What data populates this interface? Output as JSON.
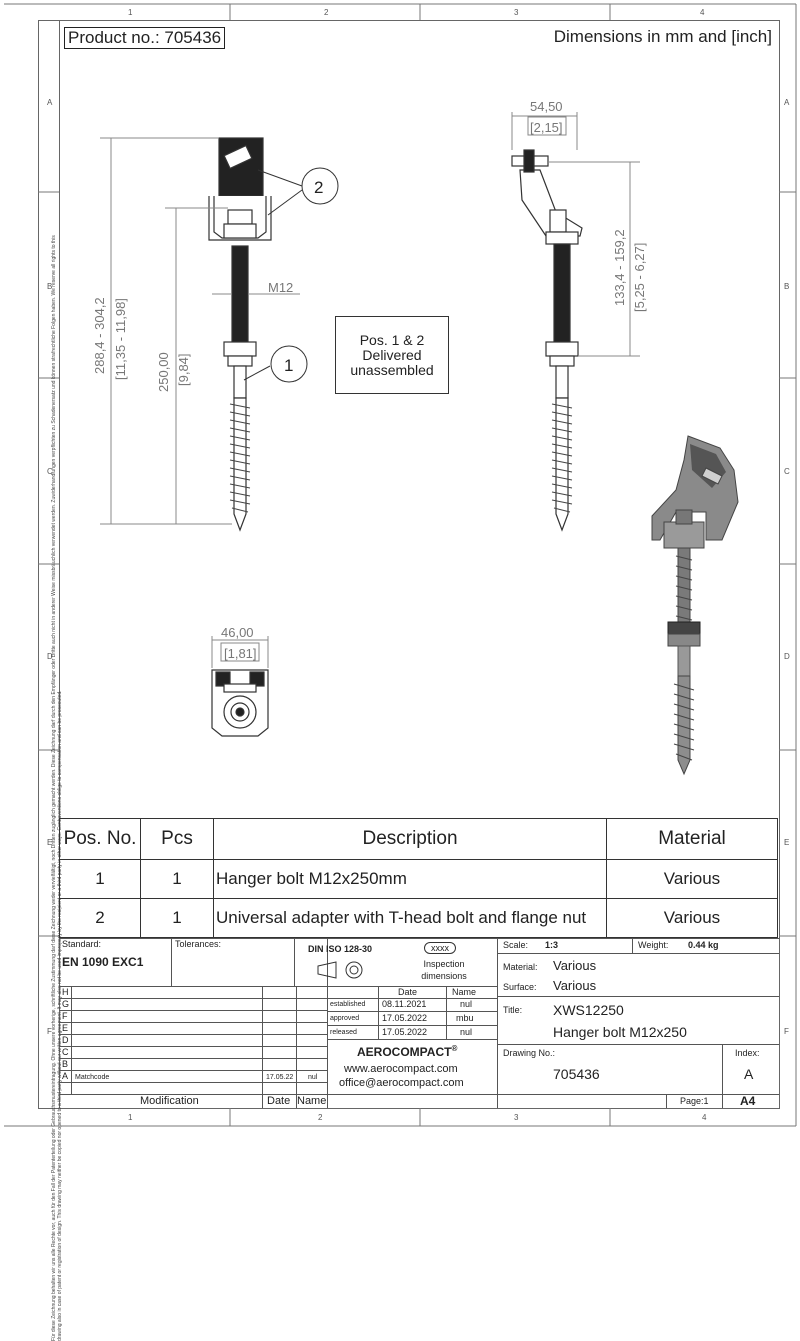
{
  "header": {
    "product_no": "Product no.: 705436",
    "dimensions_note": "Dimensions in mm and [inch]"
  },
  "zones": {
    "columns": [
      "1",
      "2",
      "3",
      "4"
    ],
    "rows": [
      "A",
      "B",
      "C",
      "D",
      "E",
      "F"
    ]
  },
  "side_notice": "Für diese Zeichnung behalten wir uns alle Rechte vor, auch für den Fall der Patenterteilung oder Gebrauchsmustereintragung. Ohne unsere vorherige, schriftliche Zustimmung darf diese Zeichnung weder vervielfältigt, noch Dritten zugänglich gemacht werden. Diese Zeichnung darf durch den Empfänger oder Dritte auch nicht in anderer Weise missbräuchlich verwendet werden. Zuwiderhandlungen verpflichten zu Schadenersatz und können strafrechtliche Folgen haben. We reserve all rights to this drawing also in case of patent or registration of design. This drawing may neither be copied nor opened to a third party without our written agreement. It may also not be used improperly by the recipient or a third party in other ways. Contraventions oblige to compensation and can be prosecuted.",
  "drawing": {
    "note": [
      "Pos. 1 & 2",
      "Delivered",
      "unassembled"
    ],
    "dim_height_total": "288,4 - 304,2",
    "dim_height_total_inch": "[11,35 - 11,98]",
    "dim_bolt_length": "250,00",
    "dim_bolt_length_inch": "[9,84]",
    "thread": "M12",
    "dim_width_side": "54,50",
    "dim_width_side_inch": "[2,15]",
    "dim_adjust": "133,4 - 159,2",
    "dim_adjust_inch": "[5,25 - 6,27]",
    "dim_width_top": "46,00",
    "dim_width_top_inch": "[1,81]",
    "callout_1": "1",
    "callout_2": "2"
  },
  "parts_table": {
    "headers": [
      "Pos. No.",
      "Pcs",
      "Description",
      "Material"
    ],
    "rows": [
      [
        "1",
        "1",
        "Hanger bolt M12x250mm",
        "Various"
      ],
      [
        "2",
        "1",
        "Universal adapter with T-head bolt and flange nut",
        "Various"
      ]
    ]
  },
  "title_block": {
    "standard_label": "Standard:",
    "standard_value": "EN 1090 EXC1",
    "tolerances_label": "Tolerances:",
    "din": "DIN ISO 128-30",
    "xxxx": "xxxx",
    "inspection": "Inspection dimensions",
    "scale_label": "Scale:",
    "scale_value": "1:3",
    "weight_label": "Weight:",
    "weight_value": "0.44 kg",
    "material_label": "Material:",
    "material_value": "Various",
    "surface_label": "Surface:",
    "surface_value": "Various",
    "title_label": "Title:",
    "title_line1": "XWS12250",
    "title_line2": "Hanger bolt M12x250",
    "drawing_no_label": "Drawing No.:",
    "drawing_no_value": "705436",
    "index_label": "Index:",
    "index_value": "A",
    "page_label": "Page:1",
    "sheet": "A4",
    "date_header": "Date",
    "name_header": "Name",
    "established_label": "established",
    "established_date": "08.11.2021",
    "established_name": "nul",
    "approved_label": "approved",
    "approved_date": "17.05.2022",
    "approved_name": "mbu",
    "released_label": "released",
    "released_date": "17.05.2022",
    "released_name": "nul",
    "company": "AEROCOMPACT",
    "reg": "®",
    "website": "www.aerocompact.com",
    "email": "office@aerocompact.com",
    "revision_letters": [
      "H",
      "G",
      "F",
      "E",
      "D",
      "C",
      "B",
      "A"
    ],
    "revision_a_text": "Matchcode",
    "revision_a_date": "17.05.22",
    "revision_a_name": "nul",
    "modification_label": "Modification",
    "date_label": "Date",
    "name_label": "Name"
  }
}
